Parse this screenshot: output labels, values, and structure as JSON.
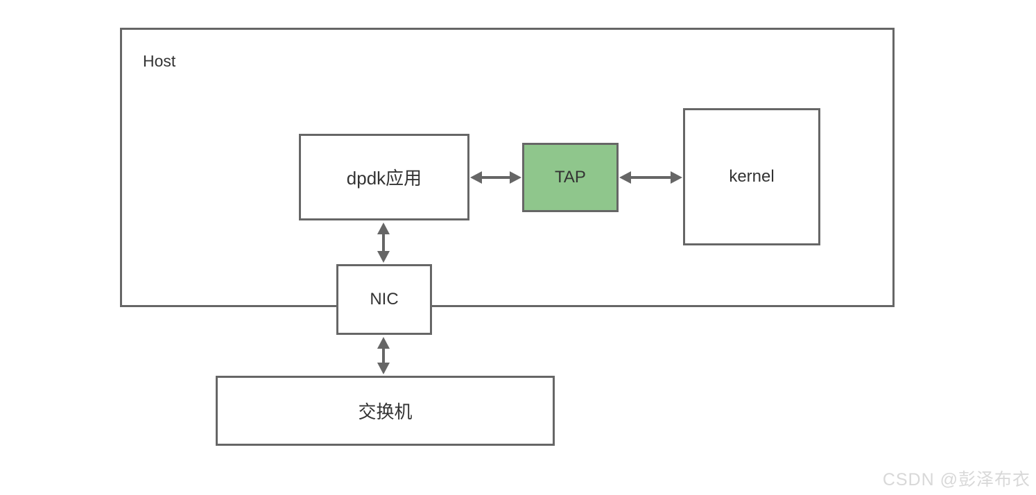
{
  "diagram": {
    "host": {
      "label": "Host"
    },
    "nodes": [
      {
        "id": "dpdk",
        "label": "dpdk应用",
        "fill": "#ffffff"
      },
      {
        "id": "tap",
        "label": "TAP",
        "fill": "#8fc68c"
      },
      {
        "id": "kernel",
        "label": "kernel",
        "fill": "#ffffff"
      },
      {
        "id": "nic",
        "label": "NIC",
        "fill": "#ffffff"
      },
      {
        "id": "switch",
        "label": "交换机",
        "fill": "#ffffff"
      }
    ],
    "connectors": [
      {
        "from": "dpdk",
        "to": "tap",
        "type": "double-arrow",
        "orientation": "horizontal"
      },
      {
        "from": "tap",
        "to": "kernel",
        "type": "double-arrow",
        "orientation": "horizontal"
      },
      {
        "from": "dpdk",
        "to": "nic",
        "type": "double-arrow",
        "orientation": "vertical"
      },
      {
        "from": "nic",
        "to": "switch",
        "type": "double-arrow",
        "orientation": "vertical"
      }
    ],
    "colors": {
      "border": "#666666",
      "arrow": "#666666",
      "text": "#333333",
      "tap_fill": "#8fc68c",
      "watermark": "#d8d8d8",
      "background": "#ffffff"
    }
  },
  "watermark": {
    "text": "CSDN @彭泽布衣"
  }
}
